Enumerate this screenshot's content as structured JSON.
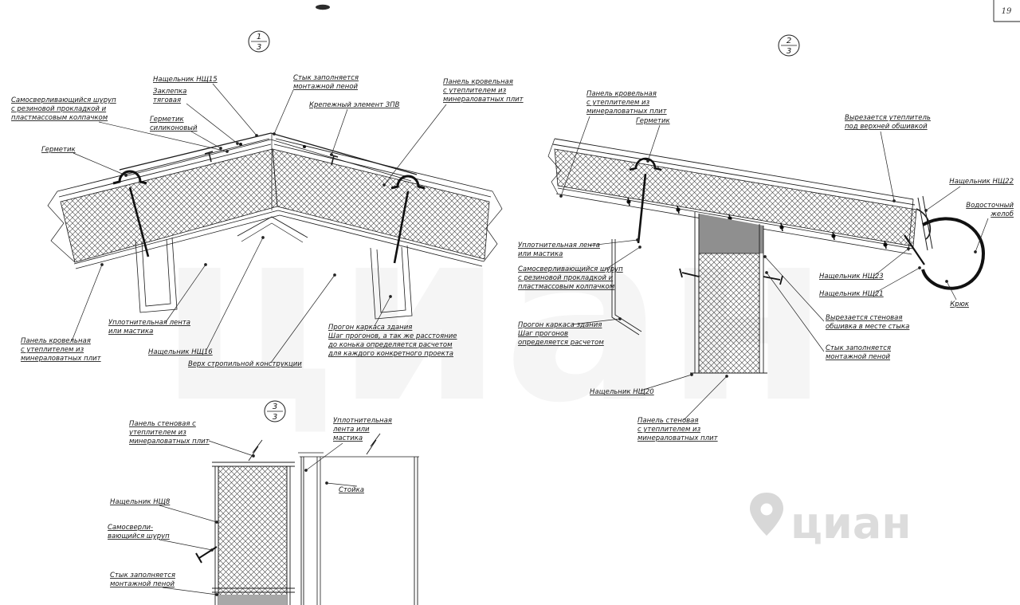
{
  "page": {
    "number": "19"
  },
  "watermark": {
    "brand": "циан"
  },
  "d1": {
    "num": "1",
    "den": "3",
    "samorez": [
      "Самосверливающийся шуруп",
      "с резиновой прокладкой и",
      "пластмассовым колпачком"
    ],
    "germetik": "Герметик",
    "nashchelnik15": "Нащельник НЩ15",
    "zaklepka": [
      "Заклепка",
      "тяговая"
    ],
    "germetik_silikon": [
      "Герметик",
      "силиконовый"
    ],
    "styk_pena": [
      "Стык заполняется",
      "монтажной пеной"
    ],
    "krepezh": "Крепежный элемент ЗПВ",
    "panel_krov": [
      "Панель кровельная",
      "с утеплителем из",
      "минераловатных плит"
    ],
    "uplotnit": [
      "Уплотнительная лента",
      "или мастика"
    ],
    "panel_krov2": [
      "Панель кровельная",
      "с утеплителем из",
      "минераловатных плит"
    ],
    "nashchelnik16": "Нащельник НЩ16",
    "verh": "Верх стропильной конструкции",
    "progon": [
      "Прогон каркаса здания",
      "Шаг прогонов, а так же расстояние",
      "до конька определяется расчетом",
      "для каждого конкретного проекта"
    ]
  },
  "d2": {
    "num": "2",
    "den": "3",
    "panel_krov": [
      "Панель кровельная",
      "с утеплителем из",
      "минераловатных плит"
    ],
    "germetik": "Герметик",
    "vyrez_uteplitel": [
      "Вырезается утеплитель",
      "под верхней обшивкой"
    ],
    "nashchelnik22": "Нащельник НЩ22",
    "vodostok": [
      "Водосточный",
      "желоб"
    ],
    "nashchelnik23": "Нащельник НЩ23",
    "nashchelnik21": "Нащельник НЩ21",
    "kryuk": "Крюк",
    "uplotnit": [
      "Уплотнительная лента",
      "или мастика"
    ],
    "samorez": [
      "Самосверливающийся шуруп",
      "с резиновой прокладкой и",
      "пластмассовым колпачком"
    ],
    "progon": [
      "Прогон каркаса здания",
      "Шаг прогонов",
      "определяется расчетом"
    ],
    "nashchelnik20": "Нащельник НЩ20",
    "vyrez_stena": [
      "Вырезается стеновая",
      "обшивка в месте стыка"
    ],
    "styk_pena": [
      "Стык заполняется",
      "монтажной пеной"
    ],
    "panel_sten": [
      "Панель стеновая",
      "с утеплителем из",
      "минераловатных плит"
    ]
  },
  "d3": {
    "num": "3",
    "den": "3",
    "panel_sten": [
      "Панель стеновая с",
      "утеплителем из",
      "минераловатных плит"
    ],
    "uplotnit": [
      "Уплотнительная",
      "лента или",
      "мастика"
    ],
    "stoyka": "Стойка",
    "nashchelnik8": "Нащельник НЩ8",
    "samorez": [
      "Самосверли-",
      "вающийся шуруп"
    ],
    "styk_pena": [
      "Стык заполняется",
      "монтажной пеной"
    ]
  }
}
